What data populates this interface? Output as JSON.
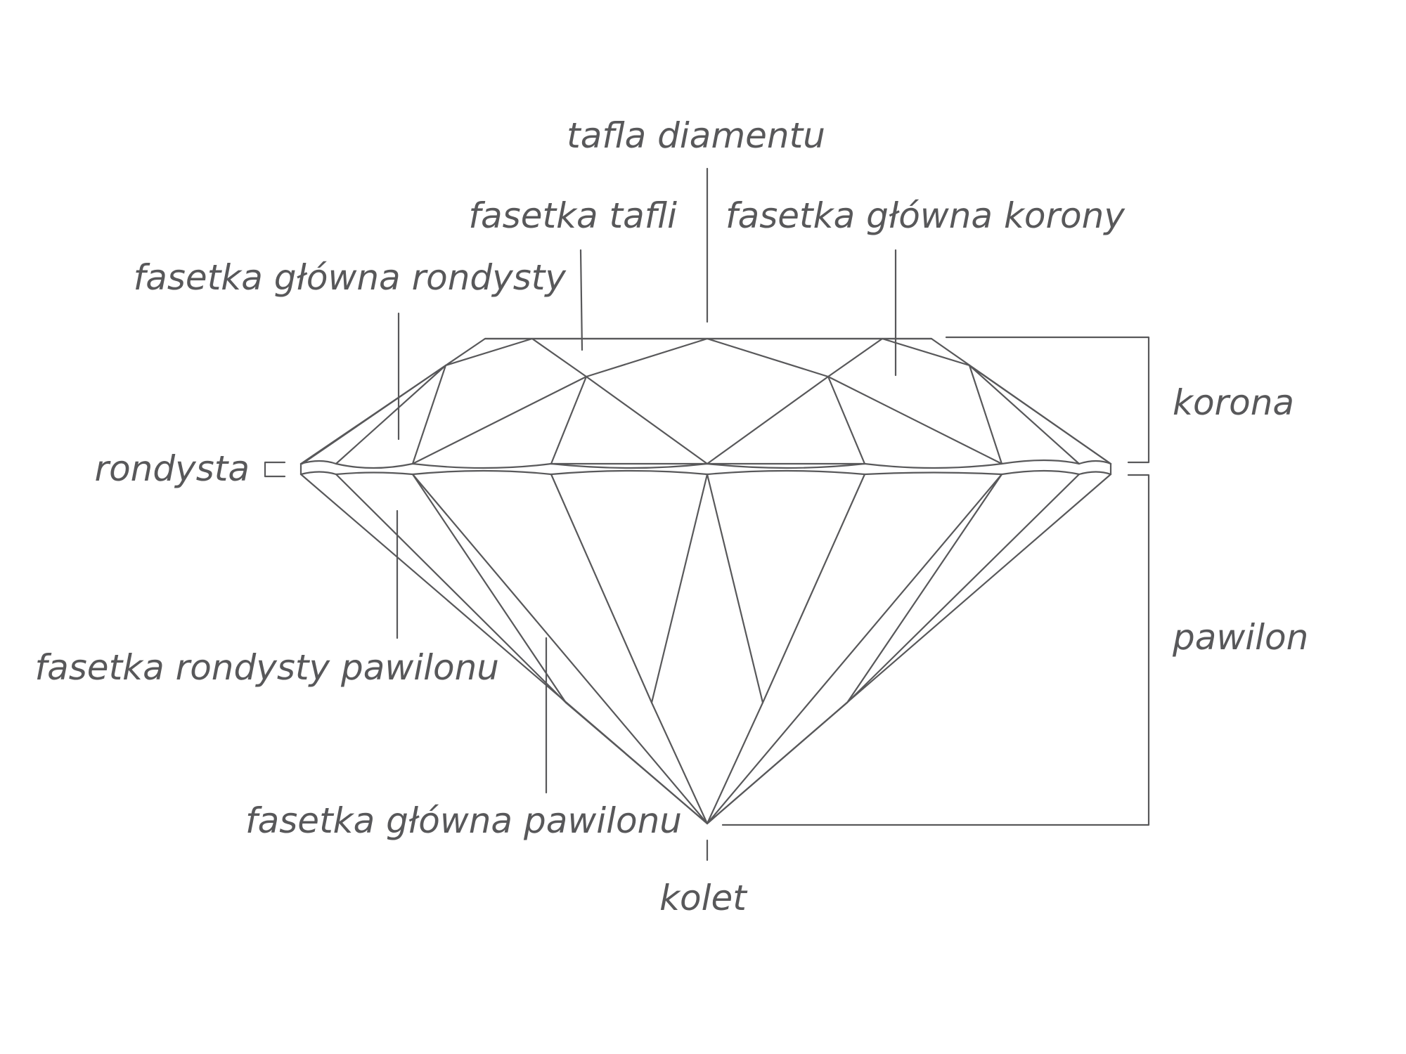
{
  "labels": {
    "table": "tafla diamentu",
    "table_facet": "fasetka tafli",
    "crown_main_facet": "fasetka główna korony",
    "upper_girdle_facet": "fasetka główna rondysty",
    "girdle": "rondysta",
    "lower_girdle_facet": "fasetka rondysty pawilonu",
    "pavilion_main_facet": "fasetka główna pawilonu",
    "culet": "kolet",
    "crown": "korona",
    "pavilion": "pawilon"
  },
  "colors": {
    "line": "#58585a",
    "text": "#58585a",
    "background": "#ffffff"
  }
}
